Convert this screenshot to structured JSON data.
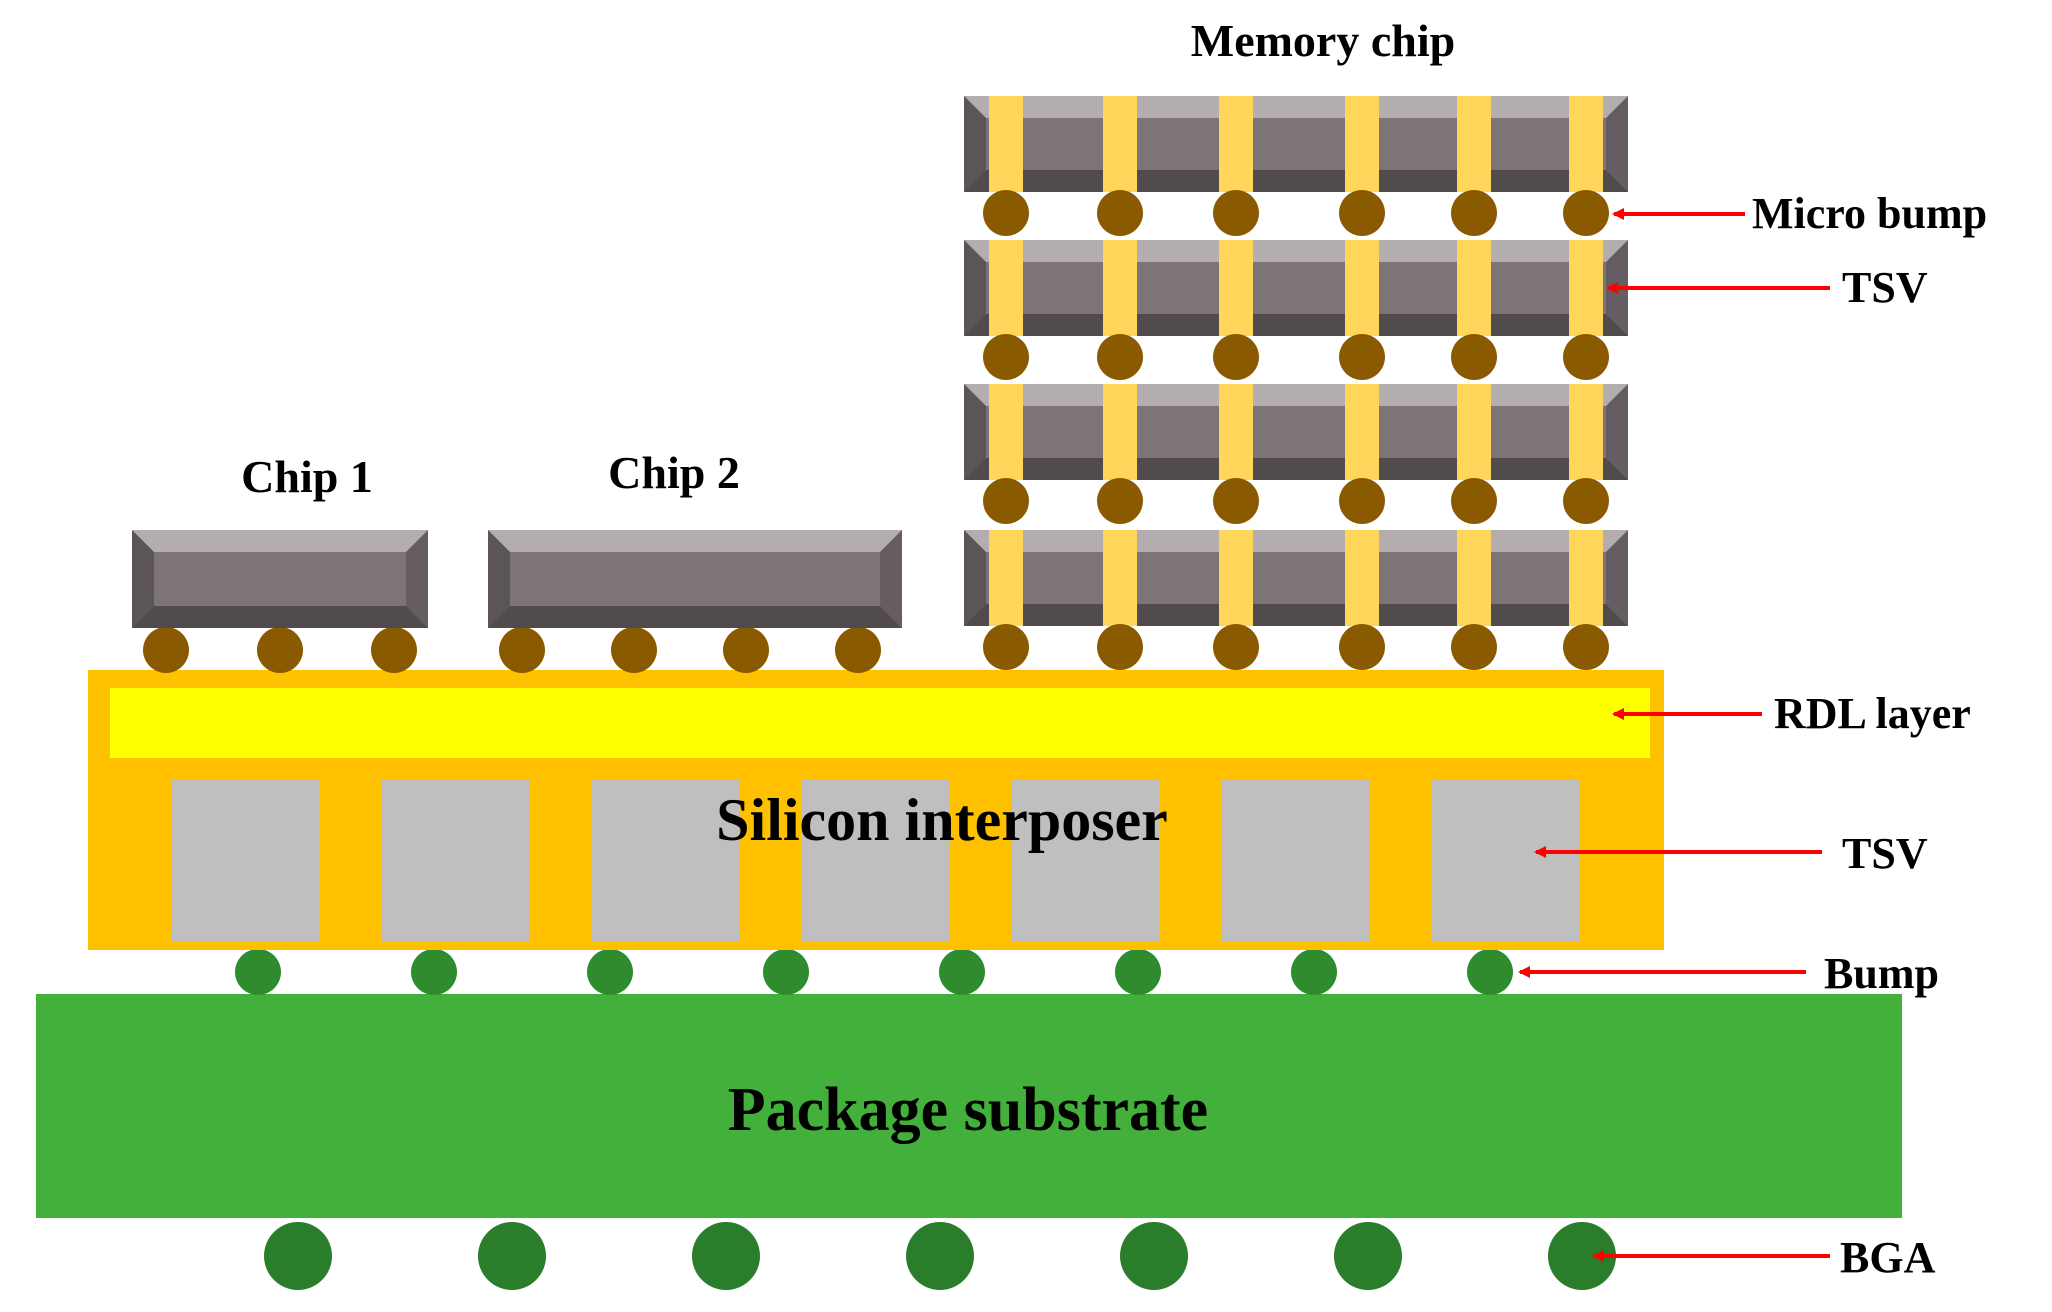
{
  "labels": {
    "memory_chip": "Memory chip",
    "chip1": "Chip 1",
    "chip2": "Chip 2",
    "micro_bump": "Micro bump",
    "tsv_memory": "TSV",
    "rdl_layer": "RDL layer",
    "silicon_interposer": "Silicon interposer",
    "tsv_interposer": "TSV",
    "bump": "Bump",
    "package_substrate": "Package substrate",
    "bga": "BGA"
  },
  "colors": {
    "die_body": "#7d7478",
    "die_bevel_light": "#b4adb0",
    "die_bevel_dark": "#524b4e",
    "tsv_memory": "#ffd65a",
    "micro_bump": "#8a5a00",
    "interposer": "#ffc000",
    "rdl": "#ffff00",
    "tsv_interposer": "#bfbfbf",
    "bump": "#2e8b2e",
    "substrate": "#44b03c",
    "bga": "#2a7d2a",
    "arrow": "#ff0000"
  },
  "counts": {
    "memory_dies": 4,
    "tsv_per_memory_die": 6,
    "chip1_bumps": 3,
    "chip2_bumps": 4,
    "interposer_tsvs": 7,
    "bumps": 8,
    "bga_balls": 7
  }
}
